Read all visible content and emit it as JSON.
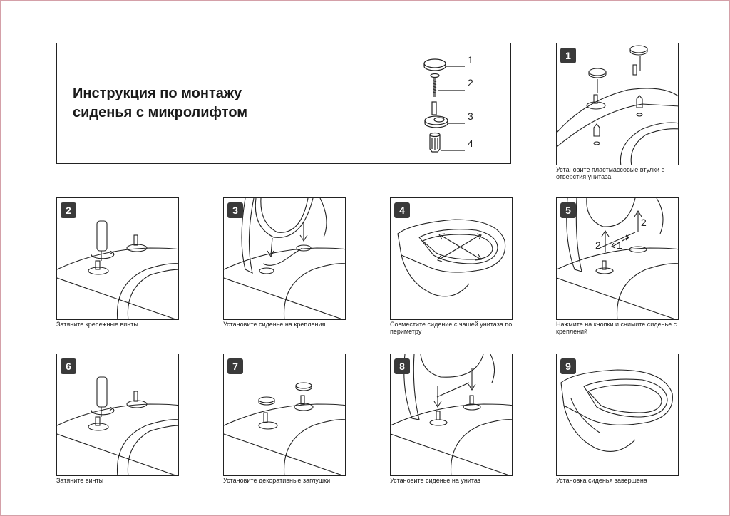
{
  "title": {
    "line1": "Инструкция по монтажу",
    "line2": "сиденья с микролифтом"
  },
  "parts": [
    "1",
    "2",
    "3",
    "4"
  ],
  "steps": [
    {
      "number": "1",
      "caption": "Установите пластмассовые втулки в отверстия унитаза"
    },
    {
      "number": "2",
      "caption": "Затяните крепежные винты"
    },
    {
      "number": "3",
      "caption": "Установите сиденье на крепления"
    },
    {
      "number": "4",
      "caption": "Совместите сидение с чашей унитаза по периметру"
    },
    {
      "number": "5",
      "caption": "Нажмите на кнопки и снимите сиденье с креплений",
      "labels": [
        "2",
        "1",
        "2"
      ]
    },
    {
      "number": "6",
      "caption": "Затяните винты"
    },
    {
      "number": "7",
      "caption": "Установите декоративные заглушки"
    },
    {
      "number": "8",
      "caption": "Установите сиденье на унитаз"
    },
    {
      "number": "9",
      "caption": "Установка сиденья завершена"
    }
  ],
  "colors": {
    "line": "#222222",
    "badge": "#3a3a3a",
    "border": "#d4a0a8"
  }
}
